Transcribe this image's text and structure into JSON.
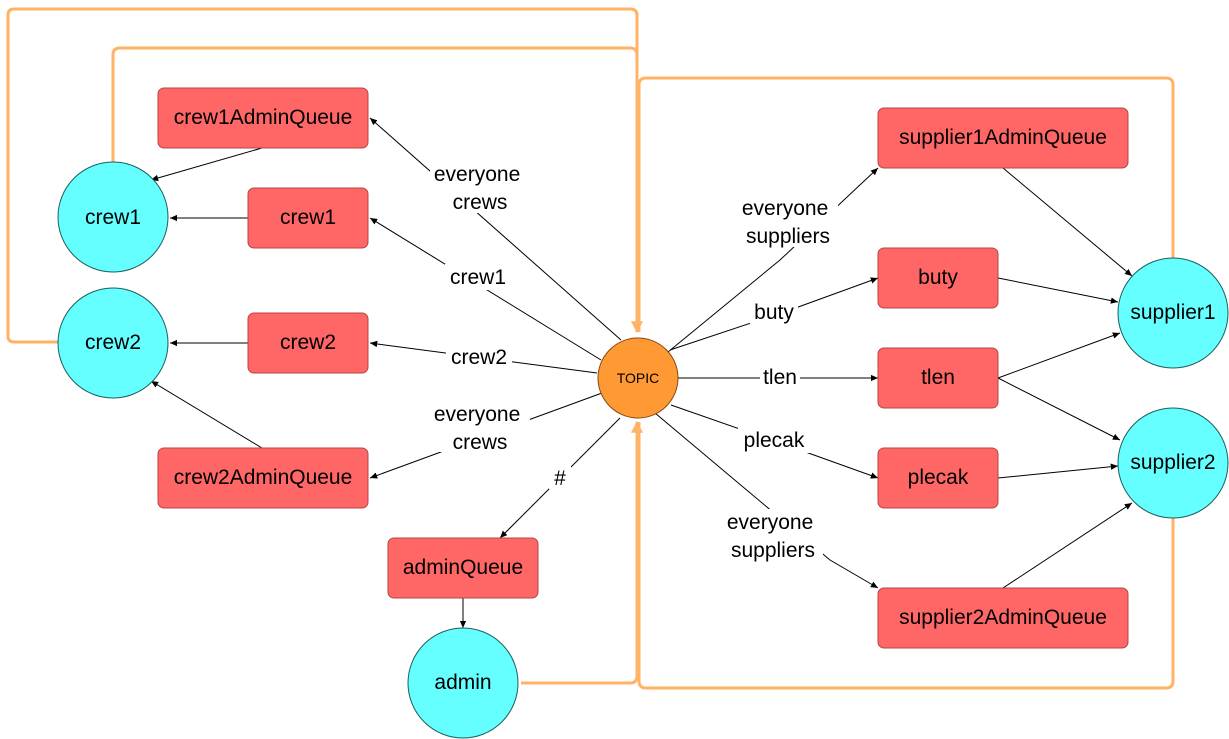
{
  "topic": {
    "label": "TOPIC"
  },
  "consumers": {
    "crew1": "crew1",
    "crew2": "crew2",
    "admin": "admin",
    "supplier1": "supplier1",
    "supplier2": "supplier2"
  },
  "queues": {
    "crew1_admin_queue": "crew1AdminQueue",
    "crew1": "crew1",
    "crew2": "crew2",
    "crew2_admin_queue": "crew2AdminQueue",
    "admin_queue": "adminQueue",
    "supplier1_admin_queue": "supplier1AdminQueue",
    "buty": "buty",
    "tlen": "tlen",
    "plecak": "plecak",
    "supplier2_admin_queue": "supplier2AdminQueue"
  },
  "routing_keys": {
    "everyone_crews_top": [
      "everyone",
      "crews"
    ],
    "crew1": "crew1",
    "crew2": "crew2",
    "everyone_crews_bottom": [
      "everyone",
      "crews"
    ],
    "admin": "#",
    "everyone_suppliers_top": [
      "everyone",
      "suppliers"
    ],
    "buty": "buty",
    "tlen": "tlen",
    "plecak": "plecak",
    "everyone_suppliers_bottom": [
      "everyone",
      "suppliers"
    ]
  }
}
